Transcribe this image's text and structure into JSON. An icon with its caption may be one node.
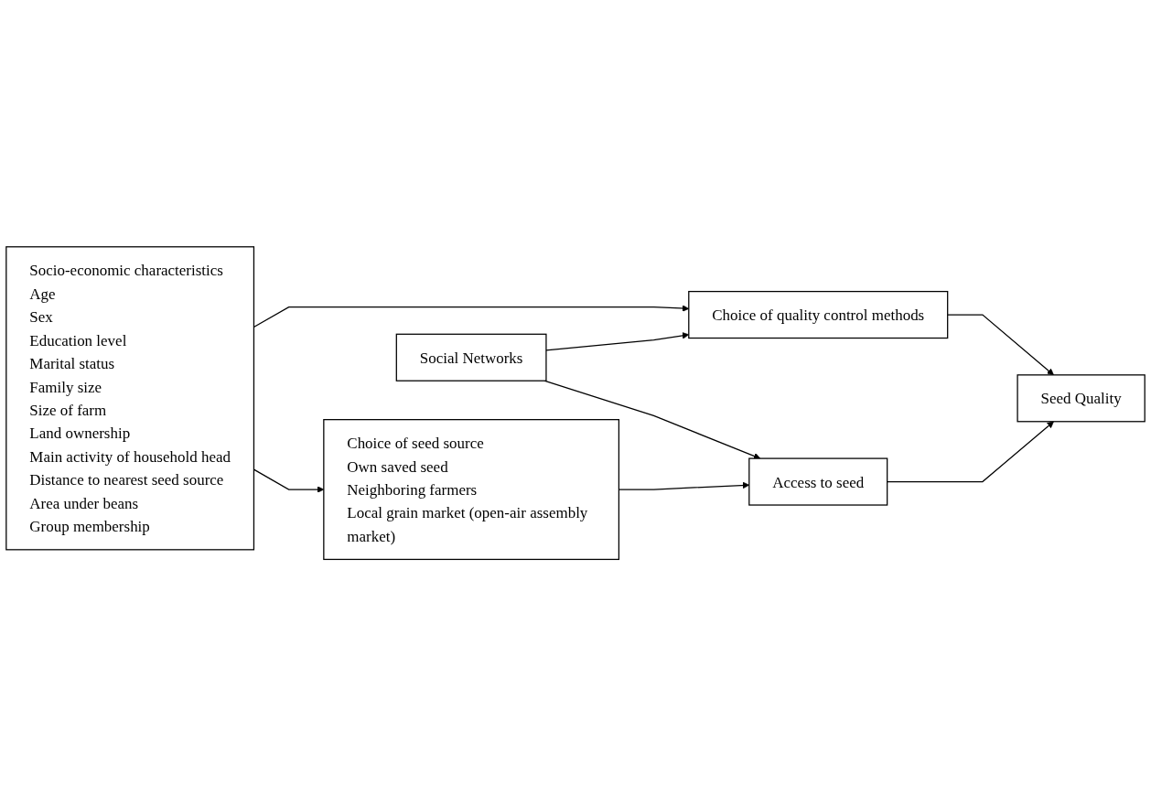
{
  "diagram": {
    "nodes": [
      {
        "text": [
          "Socio-economic characteristics",
          "Age",
          "Sex",
          "Education level",
          "Marital status",
          "Family size",
          "Size of farm",
          "Land ownership",
          "Main activity of household head",
          "Distance to nearest seed source",
          "Area under beans",
          "Group membership"
        ]
      },
      {
        "text": [
          "Choice of quality control methods"
        ]
      },
      {
        "text": [
          "Social Networks"
        ]
      },
      {
        "text": [
          "Seed Quality"
        ]
      },
      {
        "text": [
          "Choice of seed source",
          "Own saved seed",
          "Neighboring farmers",
          "Local grain market (open-air assembly market)"
        ]
      },
      {
        "text": [
          "Access to seed"
        ]
      }
    ],
    "edges": [
      {
        "from": 0,
        "to": 1,
        "arrow": "to"
      },
      {
        "from": 0,
        "to": 4,
        "arrow": "to"
      },
      {
        "from": 2,
        "to": 1,
        "arrow": "to"
      },
      {
        "from": 2,
        "to": 5,
        "arrow": "to"
      },
      {
        "from": 1,
        "to": 3,
        "arrow": "to"
      },
      {
        "from": 4,
        "to": 5,
        "arrow": "to"
      },
      {
        "from": 5,
        "to": 3,
        "arrow": "to"
      }
    ]
  }
}
